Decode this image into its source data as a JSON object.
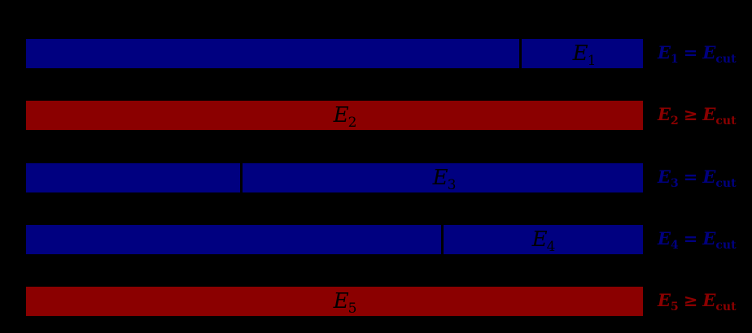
{
  "colors": {
    "background": "#000000",
    "accepted": "#000080",
    "rejected": "#8b0000",
    "bar_label_text": "#000000"
  },
  "rows": [
    {
      "id": "E1",
      "status": "accepted",
      "color": "#000080",
      "divider_fraction": 0.8,
      "bar_label": {
        "symbol": "E",
        "subscript": "1"
      },
      "side_label": {
        "symbol": "E",
        "subscript": "1",
        "operator": "=",
        "rhs_symbol": "E",
        "rhs_subscript": "cut"
      }
    },
    {
      "id": "E2",
      "status": "rejected",
      "color": "#8b0000",
      "divider_fraction": null,
      "bar_label": {
        "symbol": "E",
        "subscript": "2"
      },
      "side_label": {
        "symbol": "E",
        "subscript": "2",
        "operator": "≥",
        "rhs_symbol": "E",
        "rhs_subscript": "cut"
      }
    },
    {
      "id": "E3",
      "status": "accepted",
      "color": "#000080",
      "divider_fraction": 0.35,
      "bar_label": {
        "symbol": "E",
        "subscript": "3"
      },
      "side_label": {
        "symbol": "E",
        "subscript": "3",
        "operator": "=",
        "rhs_symbol": "E",
        "rhs_subscript": "cut"
      }
    },
    {
      "id": "E4",
      "status": "accepted",
      "color": "#000080",
      "divider_fraction": 0.67,
      "bar_label": {
        "symbol": "E",
        "subscript": "4"
      },
      "side_label": {
        "symbol": "E",
        "subscript": "4",
        "operator": "=",
        "rhs_symbol": "E",
        "rhs_subscript": "cut"
      }
    },
    {
      "id": "E5",
      "status": "rejected",
      "color": "#8b0000",
      "divider_fraction": null,
      "bar_label": {
        "symbol": "E",
        "subscript": "5"
      },
      "side_label": {
        "symbol": "E",
        "subscript": "5",
        "operator": "≥",
        "rhs_symbol": "E",
        "rhs_subscript": "cut"
      }
    }
  ]
}
